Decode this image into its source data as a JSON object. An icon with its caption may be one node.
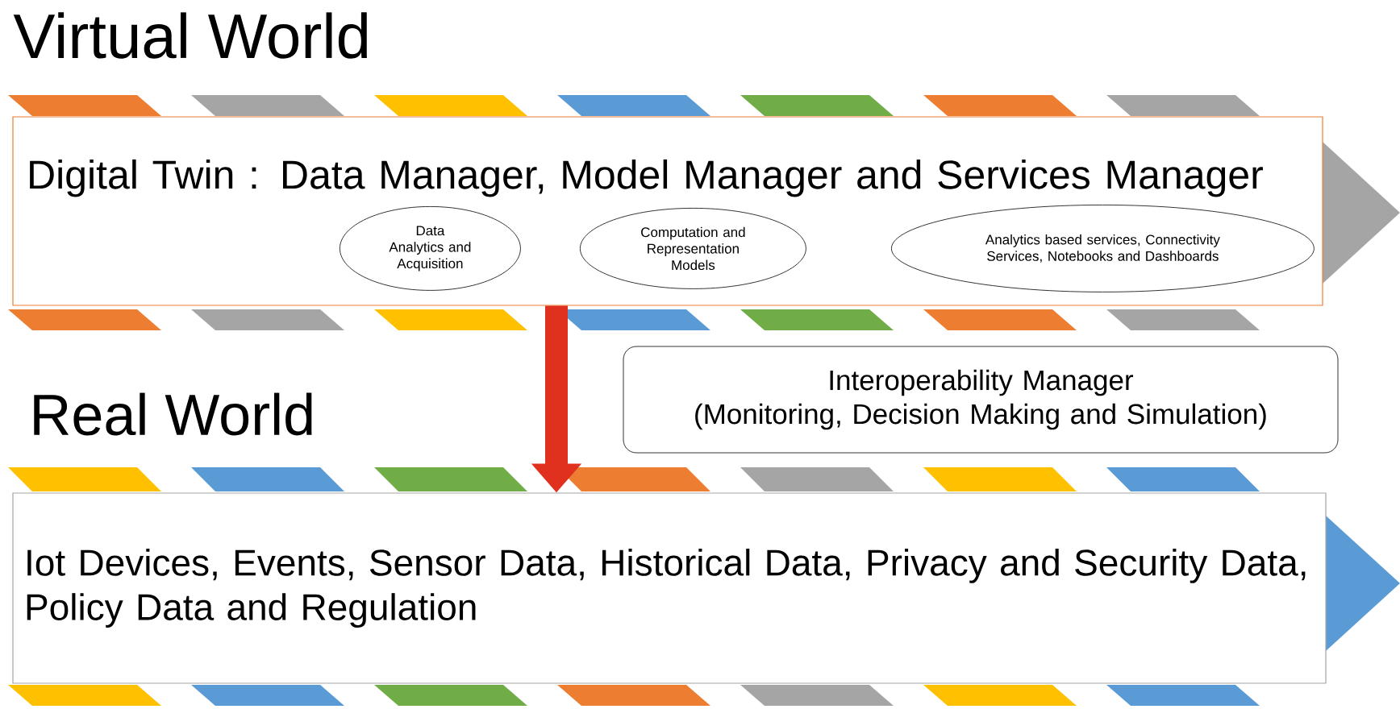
{
  "diagram": {
    "nodes": [
      {
        "text": [
          "Digital Twin : Data Manager, Model Manager and Services Manager"
        ]
      },
      {
        "text": [
          "Data Analytics and Acquisition"
        ],
        "in": 0
      },
      {
        "text": [
          "Computation and Representation Models"
        ],
        "in": 0
      },
      {
        "text": [
          "Analytics based services, Connectivity Services, Notebooks and Dashboards"
        ],
        "in": 0
      },
      {
        "text": [
          "Interoperability Manager",
          "(Monitoring, Decision Making and Simulation)"
        ]
      },
      {
        "text": [
          "Iot Devices, Events, Sensor Data, Historical Data, Privacy and Security Data, Policy Data and Regulation"
        ]
      }
    ],
    "edges": [
      {
        "from": 0,
        "to": 5,
        "arrow": "to"
      }
    ],
    "labels": [
      "Virtual World",
      "Real World"
    ]
  }
}
